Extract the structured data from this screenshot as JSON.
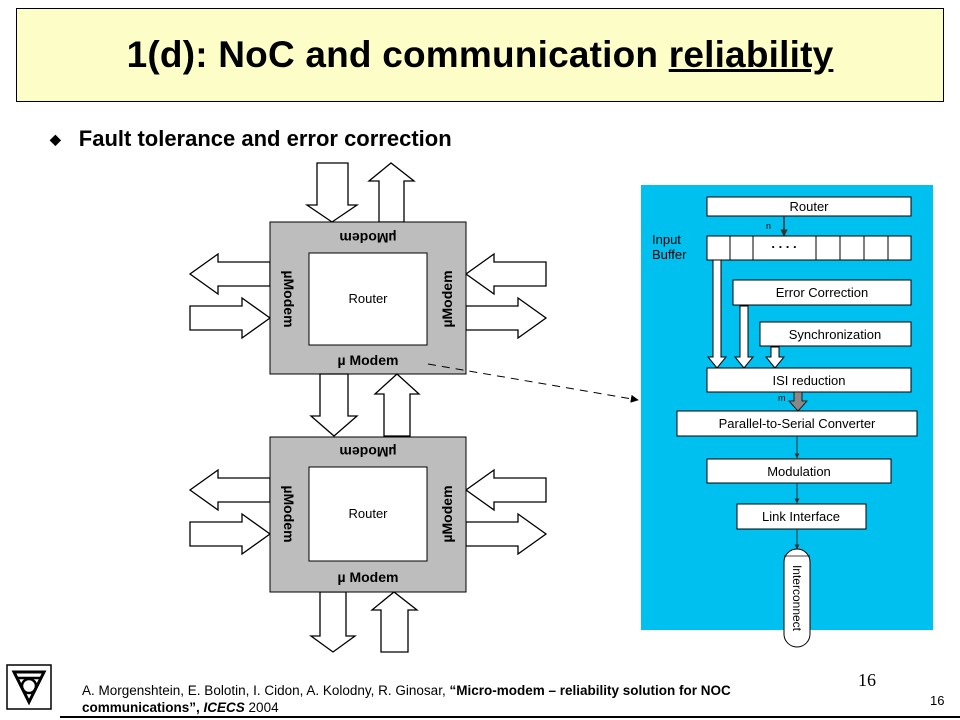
{
  "slide": {
    "title_prefix": "1(d): NoC and communication ",
    "title_emphasis": "reliability",
    "bullet": "Fault tolerance and error correction"
  },
  "router_diagram": {
    "modem_label": "µModem",
    "modem_label_spaced": "µ Modem",
    "router_label": "Router"
  },
  "pipeline": {
    "background_color": "#00c0f0",
    "router": "Router",
    "input_buffer_line1": "Input",
    "input_buffer_line2": "Buffer",
    "n_label": "n",
    "dots": ". . . .",
    "error_correction": "Error Correction",
    "synchronization": "Synchronization",
    "isi_reduction": "ISI reduction",
    "m_label": "m",
    "parallel_to_serial": "Parallel-to-Serial Converter",
    "modulation": "Modulation",
    "link_interface": "Link Interface",
    "interconnect": "Interconnect"
  },
  "footer": {
    "authors": "A. Morgenshtein, E. Bolotin, I. Cidon, A. Kolodny, R. Ginosar, ",
    "paper_title_part1": "“Micro-modem – reliability solution  for NOC",
    "paper_title_part2": "communications”, ",
    "venue": "ICECS",
    "year": " 2004",
    "small_page": "16",
    "page_number": "16"
  }
}
